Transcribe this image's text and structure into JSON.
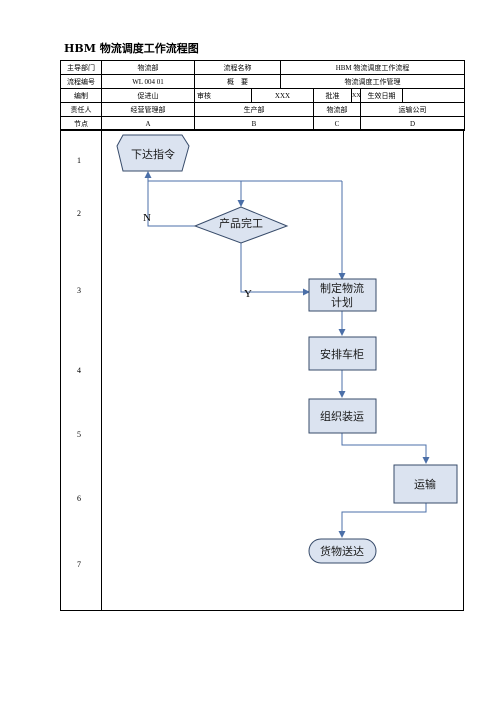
{
  "title": "HBM 物流调度工作流程图",
  "header": {
    "row1": [
      "主导部门",
      "物流部",
      "流程名称",
      "HBM 物流调度工作流程"
    ],
    "row2": [
      "流程编号",
      "WL 004 01",
      "概　要",
      "物流调度工作管理"
    ],
    "row3": [
      "编制",
      "促进山",
      "审核",
      "XXX",
      "批准",
      "XXX",
      "生效日期",
      ""
    ],
    "row4": [
      "责任人",
      "经营管理部",
      "生产部",
      "物流部",
      "运输公司"
    ],
    "row5": [
      "节点",
      "A",
      "B",
      "C",
      "D"
    ]
  },
  "rows": [
    "1",
    "2",
    "3",
    "4",
    "5",
    "6",
    "7"
  ],
  "flow": {
    "start": "下达指令",
    "decision": "产品完工",
    "no_label": "N",
    "yes_label": "Y",
    "plan_line1": "制定物流",
    "plan_line2": "计划",
    "arrange": "安排车柜",
    "loading": "组织装运",
    "transport": "运输",
    "end": "货物送达"
  },
  "colors": {
    "box_fill": "#dbe3f0",
    "box_stroke": "#374b6a",
    "arrow": "#4b6fa8",
    "text": "#1a1a1a"
  }
}
